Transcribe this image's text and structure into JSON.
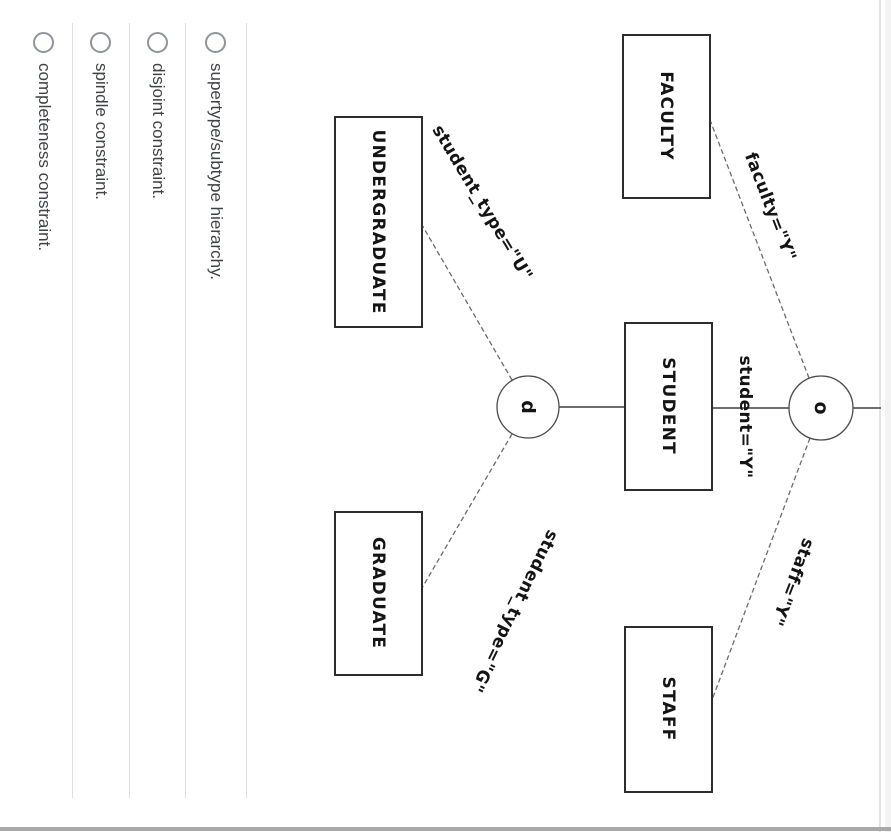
{
  "question": {
    "options": [
      {
        "label": "supertype/subtype hierarchy."
      },
      {
        "label": "disjoint constraint."
      },
      {
        "label": "spindle constraint."
      },
      {
        "label": "completeness constraint."
      }
    ]
  },
  "diagram": {
    "entities": [
      {
        "label": "FACULTY"
      },
      {
        "label": "STUDENT"
      },
      {
        "label": "STAFF"
      },
      {
        "label": "UNDERGRADUATE"
      },
      {
        "label": "GRADUATE"
      }
    ],
    "connectors": [
      {
        "label": "o"
      },
      {
        "label": "d"
      }
    ],
    "edge_labels": [
      {
        "label": "faculty=\"Y\""
      },
      {
        "label": "student=\"Y\""
      },
      {
        "label": "staff=\"Y\""
      },
      {
        "label": "student_type=\"U\""
      },
      {
        "label": "student_type=\"G\""
      }
    ]
  },
  "colors": {
    "option_divider": "#dfdfdf",
    "option_text": "#3f4245",
    "radio_border": "#8f9499",
    "diagram_line": "#555555",
    "entity_border": "#2d2d2d",
    "scrollbar": "#a9a9a9"
  }
}
